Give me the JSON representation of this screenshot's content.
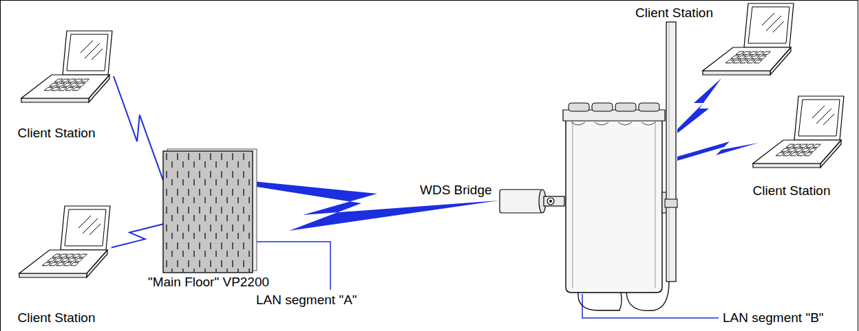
{
  "diagram": {
    "nodes": [
      {
        "text": [
          "Client Station"
        ]
      },
      {
        "text": [
          "Client Station"
        ]
      },
      {
        "text": [
          "Client Station"
        ]
      },
      {
        "text": [
          "\"Main Floor\" VP2200"
        ]
      },
      {
        "text": [
          "Client Station"
        ]
      }
    ],
    "edges": [
      {
        "from": 0,
        "to": 3,
        "arrow": "none"
      },
      {
        "from": 4,
        "to": 3,
        "arrow": "none"
      }
    ],
    "labels": [
      "WDS Bridge",
      "LAN segment \"A\"",
      "LAN segment \"B\""
    ]
  }
}
